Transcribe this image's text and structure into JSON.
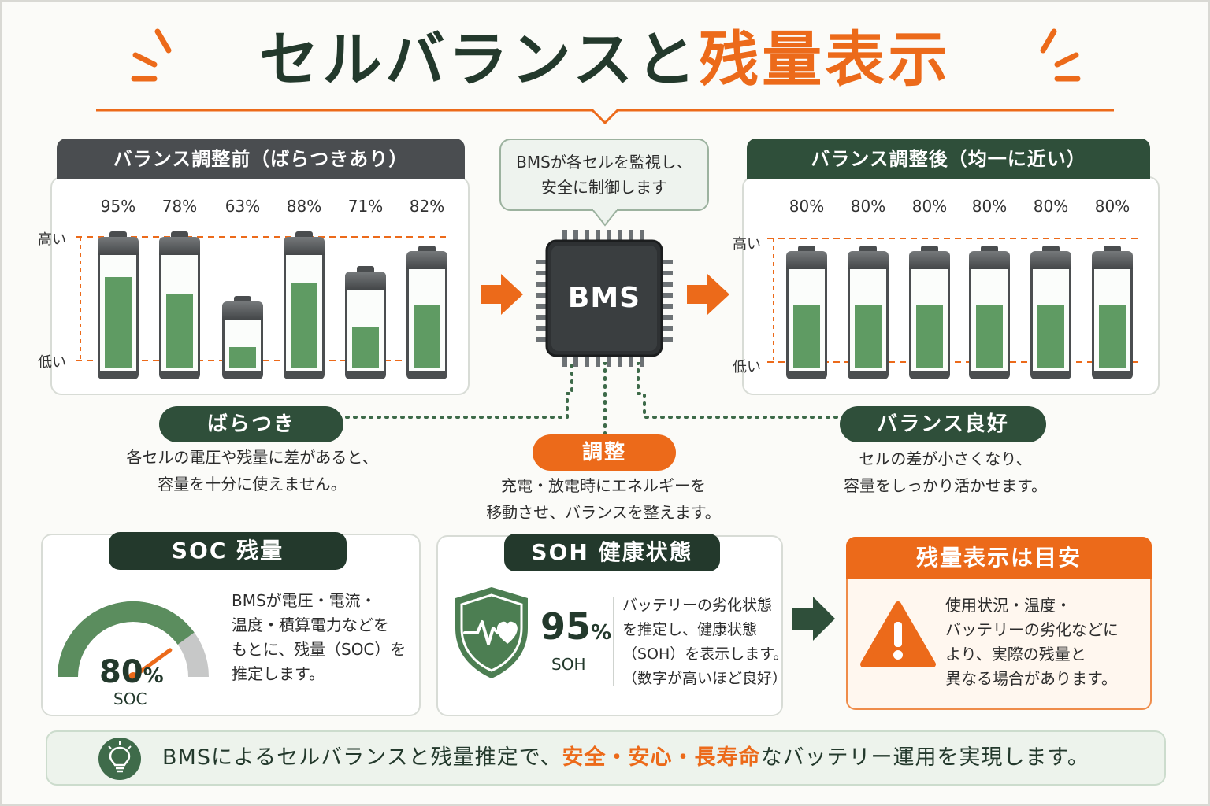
{
  "title": {
    "part1": "セルバランスと",
    "part2": "残量表示"
  },
  "before_panel": {
    "header": "バランス調整前（ばらつきあり）",
    "high_label": "高い",
    "low_label": "低い",
    "cells": [
      {
        "label": "95%",
        "level": 0.83
      },
      {
        "label": "78%",
        "level": 0.67
      },
      {
        "label": "63%",
        "level": 0.45
      },
      {
        "label": "88%",
        "level": 0.77
      },
      {
        "label": "71%",
        "level": 0.55
      },
      {
        "label": "82%",
        "level": 0.66
      }
    ]
  },
  "after_panel": {
    "header": "バランス調整後（均一に近い）",
    "high_label": "高い",
    "low_label": "低い",
    "cells": [
      {
        "label": "80%",
        "level": 0.66
      },
      {
        "label": "80%",
        "level": 0.66
      },
      {
        "label": "80%",
        "level": 0.66
      },
      {
        "label": "80%",
        "level": 0.66
      },
      {
        "label": "80%",
        "level": 0.66
      },
      {
        "label": "80%",
        "level": 0.66
      }
    ]
  },
  "bms": {
    "chip_label": "BMS",
    "speech_line1": "BMSが各セルを監視し、",
    "speech_line2": "安全に制御します"
  },
  "callouts": {
    "variation": {
      "title": "ばらつき",
      "line1": "各セルの電圧や残量に差があると、",
      "line2": "容量を十分に使えません。"
    },
    "adjust": {
      "title": "調整",
      "line1": "充電・放電時にエネルギーを",
      "line2": "移動させ、バランスを整えます。"
    },
    "balanced": {
      "title": "バランス良好",
      "line1": "セルの差が小さくなり、",
      "line2": "容量をしっかり活かせます。"
    }
  },
  "soc": {
    "header": "SOC 残量",
    "value": "80",
    "unit": "%",
    "caption": "SOC",
    "level": 0.8,
    "lines": [
      "BMSが電圧・電流・",
      "温度・積算電力などを",
      "もとに、残量（SOC）を",
      "推定します。"
    ]
  },
  "soh": {
    "header": "SOH 健康状態",
    "value": "95",
    "unit": "%",
    "caption": "SOH",
    "lines": [
      "バッテリーの劣化状態",
      "を推定し、健康状態",
      "（SOH）を表示します。",
      "（数字が高いほど良好）"
    ]
  },
  "note": {
    "header": "残量表示は目安",
    "lines": [
      "使用状況・温度・",
      "バッテリーの劣化などに",
      "より、実際の残量と",
      "異なる場合があります。"
    ]
  },
  "footer": {
    "text_before": "BMSによるセルバランスと残量推定で、",
    "highlight": "安全・安心・長寿命",
    "text_after": "なバッテリー運用を実現します。"
  },
  "colors": {
    "dark_green": "#23392c",
    "header_green": "#2f4f3a",
    "battery_green": "#5f9b63",
    "orange": "#ec6a1a",
    "gray_header": "#4a4d50"
  },
  "icons": [
    "lightbulb-icon",
    "warning-icon",
    "shield-heart-icon",
    "chip-icon",
    "gauge-icon"
  ]
}
